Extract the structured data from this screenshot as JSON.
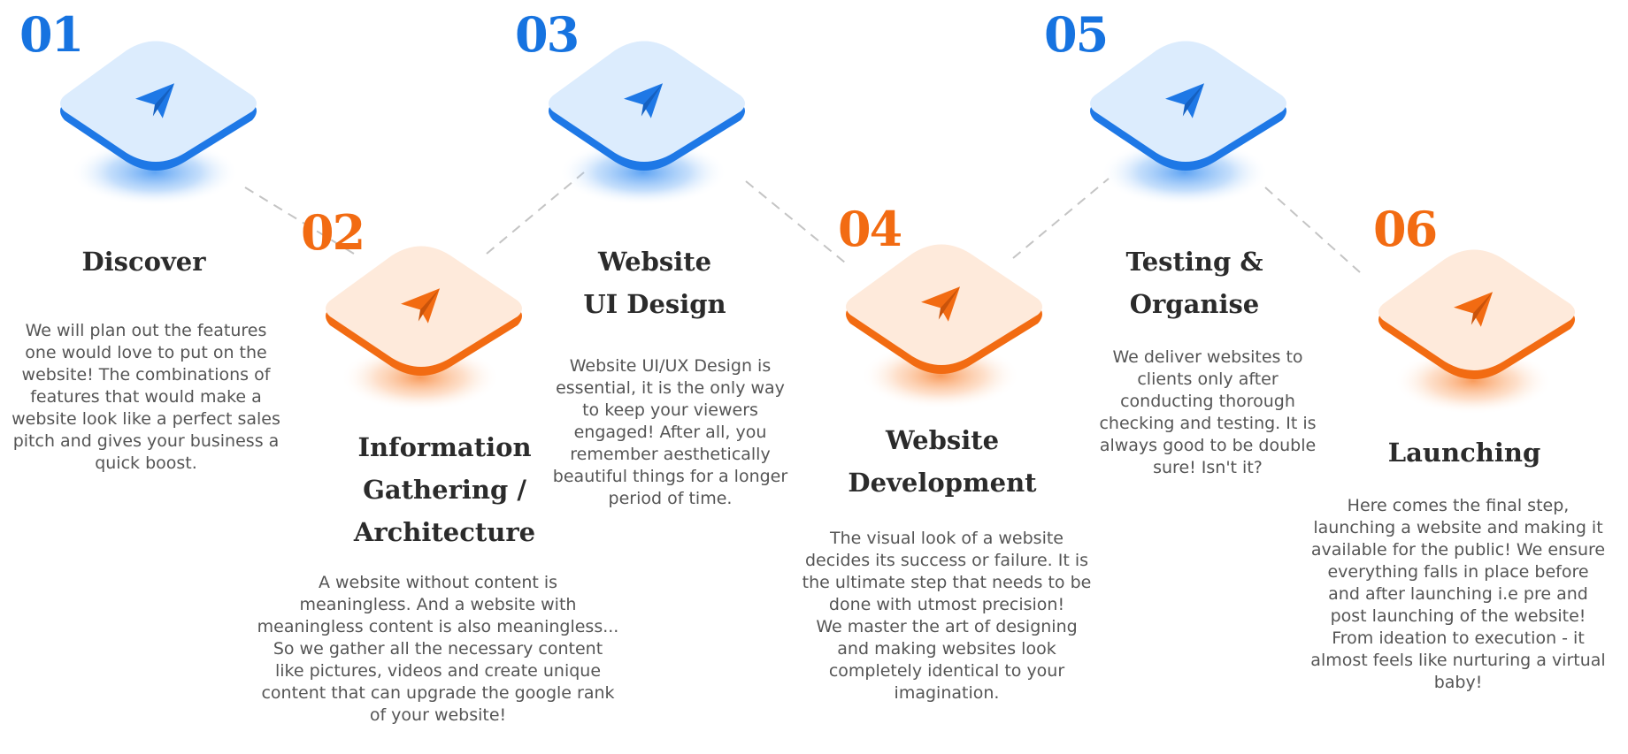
{
  "colors": {
    "blue": "#1673e0",
    "orange": "#f26b12",
    "title": "#2b2b2b",
    "text": "#555555"
  },
  "steps": [
    {
      "number": "01",
      "icon": "paper-plane-icon",
      "title": [
        "Discover"
      ],
      "description": [
        "We will plan out the features",
        "one would love to put on the",
        "website! The combinations of",
        "features that would make a",
        "website look like a perfect sales",
        "pitch and gives your business a",
        "quick boost."
      ]
    },
    {
      "number": "02",
      "icon": "paper-plane-icon",
      "title": [
        "Information",
        "Gathering /",
        "Architecture"
      ],
      "description": [
        "A website without content is",
        "meaningless. And a website with",
        "meaningless content is also meaningless...",
        "So we gather all the necessary content",
        "like pictures, videos and create unique",
        "content that can upgrade the google rank",
        "of your website!"
      ]
    },
    {
      "number": "03",
      "icon": "paper-plane-icon",
      "title": [
        "Website",
        "UI Design"
      ],
      "description": [
        "Website UI/UX Design is",
        "essential, it is the only way",
        "to keep your viewers",
        "engaged! After all, you",
        "remember aesthetically",
        "beautiful things for a longer",
        "period of time."
      ]
    },
    {
      "number": "04",
      "icon": "paper-plane-icon",
      "title": [
        "Website",
        "Development"
      ],
      "description": [
        "The visual look of a website",
        "decides its success or failure. It is",
        "the ultimate step that needs to be",
        "done with utmost precision!",
        "We master the art of designing",
        "and making websites look",
        "completely identical to your",
        "imagination."
      ]
    },
    {
      "number": "05",
      "icon": "paper-plane-icon",
      "title": [
        "Testing &",
        "Organise"
      ],
      "description": [
        "We deliver websites to",
        "clients only after",
        "conducting thorough",
        "checking and testing. It is",
        "always good to be double",
        "sure! Isn't it?"
      ]
    },
    {
      "number": "06",
      "icon": "paper-plane-icon",
      "title": [
        "Launching"
      ],
      "description": [
        "Here comes the final step,",
        "launching a website and making it",
        "available for the public! We ensure",
        "everything falls in place before",
        "and after launching i.e pre and",
        "post launching of the website!",
        "From ideation to execution - it",
        "almost feels like nurturing a virtual",
        "baby!"
      ]
    }
  ]
}
